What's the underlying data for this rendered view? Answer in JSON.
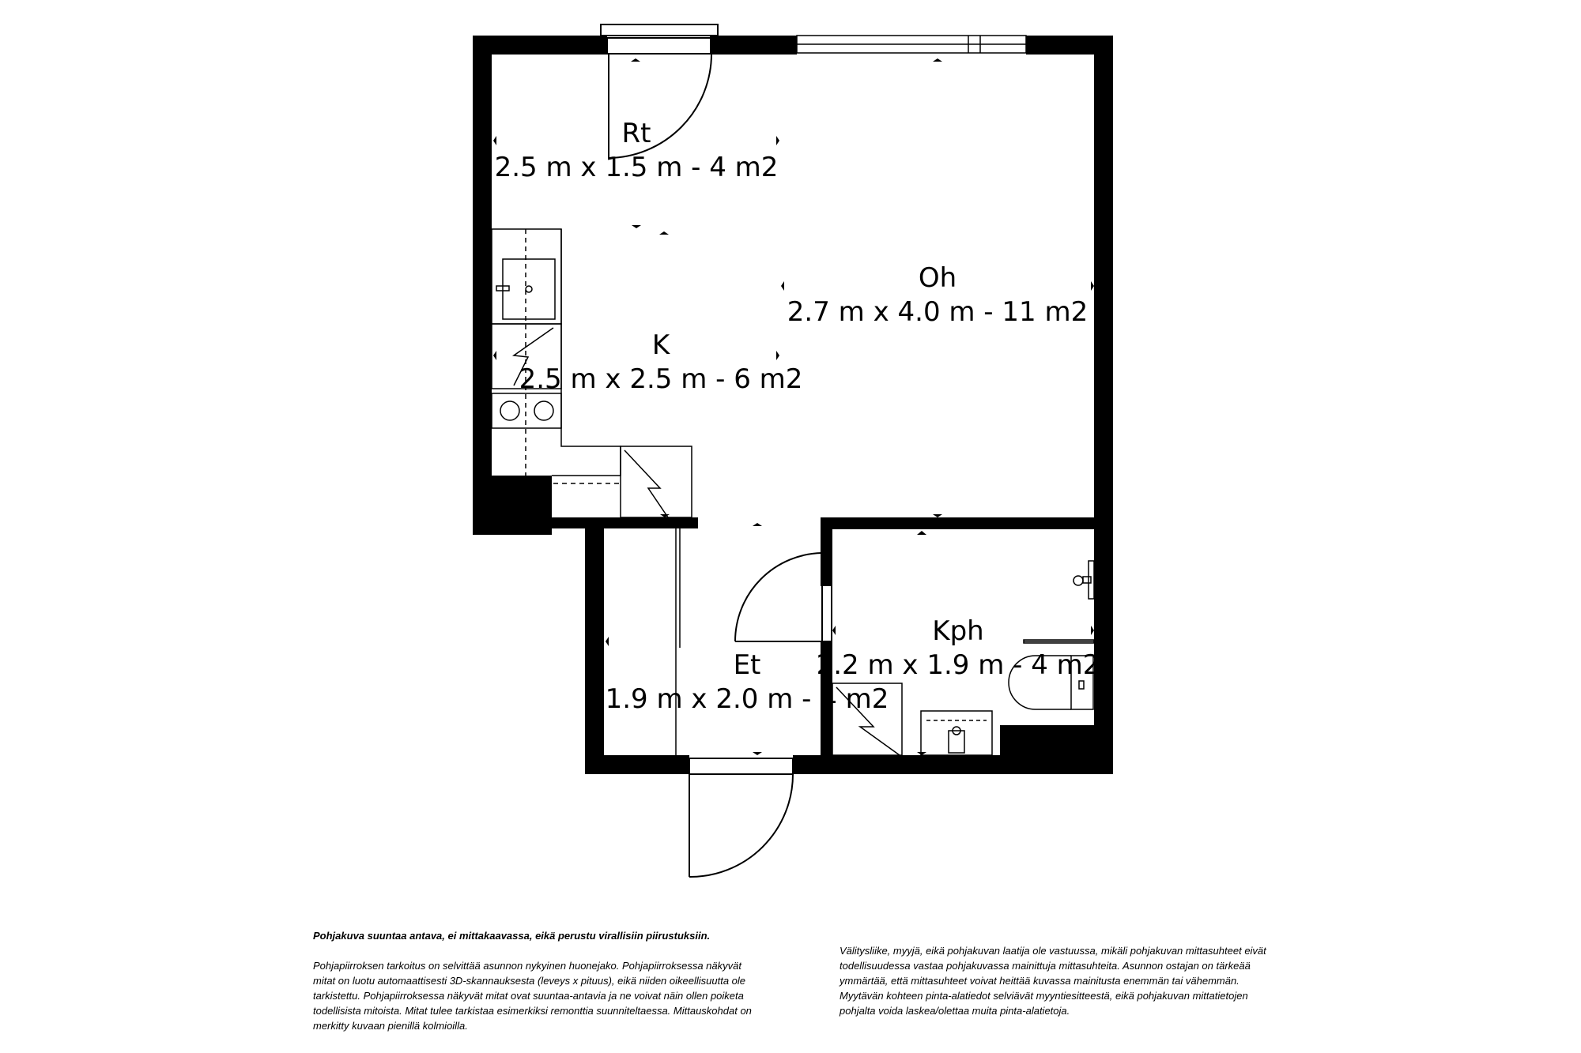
{
  "rooms": {
    "rt": {
      "name": "Rt",
      "size": "2.5 m x 1.5 m - 4 m2"
    },
    "oh": {
      "name": "Oh",
      "size": "2.7 m x 4.0 m - 11 m2"
    },
    "k": {
      "name": "K",
      "size": "2.5 m x 2.5 m - 6 m2"
    },
    "kph": {
      "name": "Kph",
      "size": "2.2 m x 1.9 m - 4 m2"
    },
    "et": {
      "name": "Et",
      "size": "1.9 m x 2.0 m - 4 m2"
    }
  },
  "disclaimer": {
    "title": "Pohjakuva suuntaa antava, ei mittakaavassa, eikä perustu virallisiin piirustuksiin.",
    "left": "Pohjapiirroksen tarkoitus on selvittää asunnon nykyinen huonejako. Pohjapiirroksessa näkyvät mitat on luotu automaattisesti 3D-skannauksesta (leveys x pituus), eikä niiden oikeellisuutta ole tarkistettu. Pohjapiirroksessa näkyvät mitat ovat suuntaa-antavia ja ne voivat näin ollen poiketa todellisista mitoista. Mitat tulee tarkistaa esimerkiksi remonttia suunniteltaessa. Mittauskohdat on merkitty kuvaan pienillä kolmioilla.",
    "right": "Välitysliike, myyjä, eikä pohjakuvan laatija ole vastuussa, mikäli pohjakuvan mittasuhteet eivät todellisuudessa vastaa pohjakuvassa mainittuja mittasuhteita. Asunnon ostajan on tärkeää ymmärtää, että mittasuhteet voivat heittää kuvassa mainitusta enemmän tai vähemmän. Myytävän kohteen pinta-alatiedot selviävät myyntiesitteestä, eikä pohjakuvan mittatietojen pohjalta voida laskea/olettaa muita pinta-alatietoja."
  }
}
